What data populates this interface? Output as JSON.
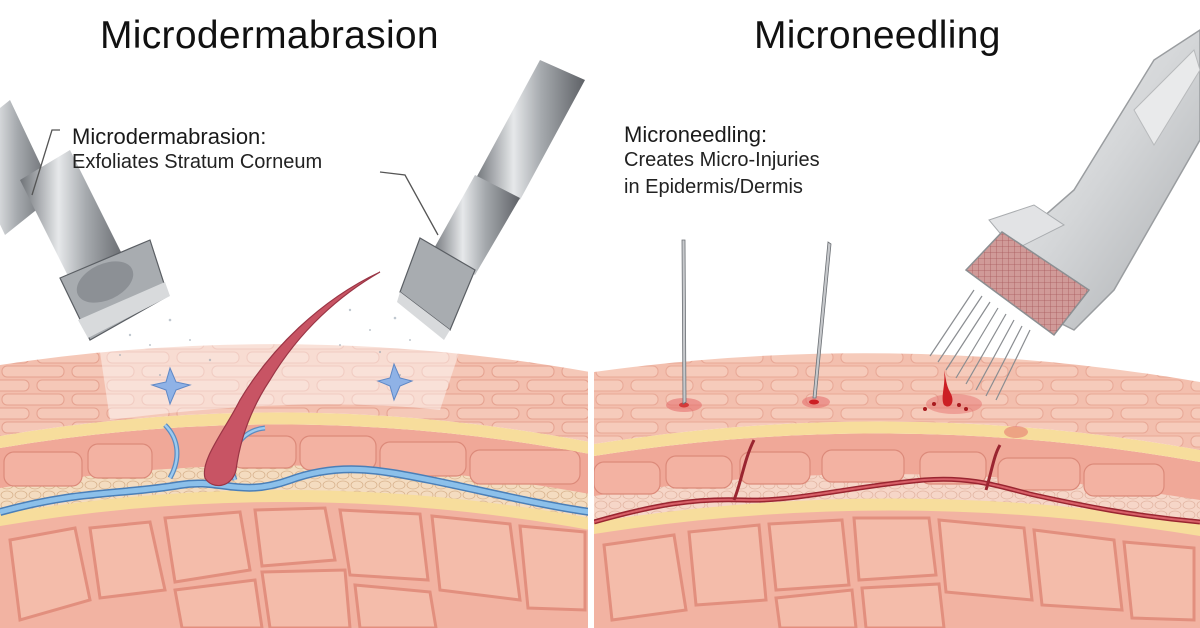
{
  "diagram": {
    "panels": [
      {
        "id": "microdermabrasion",
        "title": "Microdermabrasion",
        "callout": {
          "heading": "Microdermabrasion:",
          "lines": [
            "Exfoliates Stratum Corneum"
          ]
        },
        "instrument": "diamond-tip-wand",
        "features": [
          "two abrasion wands",
          "exfoliated particles",
          "sparkle markers",
          "hair follicle",
          "blue vessels"
        ]
      },
      {
        "id": "microneedling",
        "title": "Microneedling",
        "callout": {
          "heading": "Microneedling:",
          "lines": [
            "Creates Micro-Injuries",
            "in Epidermis/Dermis"
          ]
        },
        "instrument": "derma-roller",
        "features": [
          "two single needles",
          "needle roller",
          "puncture points",
          "blood droplet",
          "red vessels"
        ]
      }
    ],
    "colors": {
      "background": "#ffffff",
      "epidermis": "#f3bfae",
      "epidermis_cell_border": "#e9a493",
      "dermis_band": "#f7dd9c",
      "dermis_cells": "#f0a898",
      "fat_layer": "#f4dcc0",
      "subcutis": "#f2b3a2",
      "subcutis_border": "#e28f7e",
      "vessel_blue": "#7fb2e0",
      "vessel_red": "#b8323a",
      "hair": "#c75060",
      "metal": "#9a9ea3",
      "roller_body": "#dcdddf",
      "roller_drum": "#c98a88",
      "blood": "#cc1f24"
    }
  }
}
